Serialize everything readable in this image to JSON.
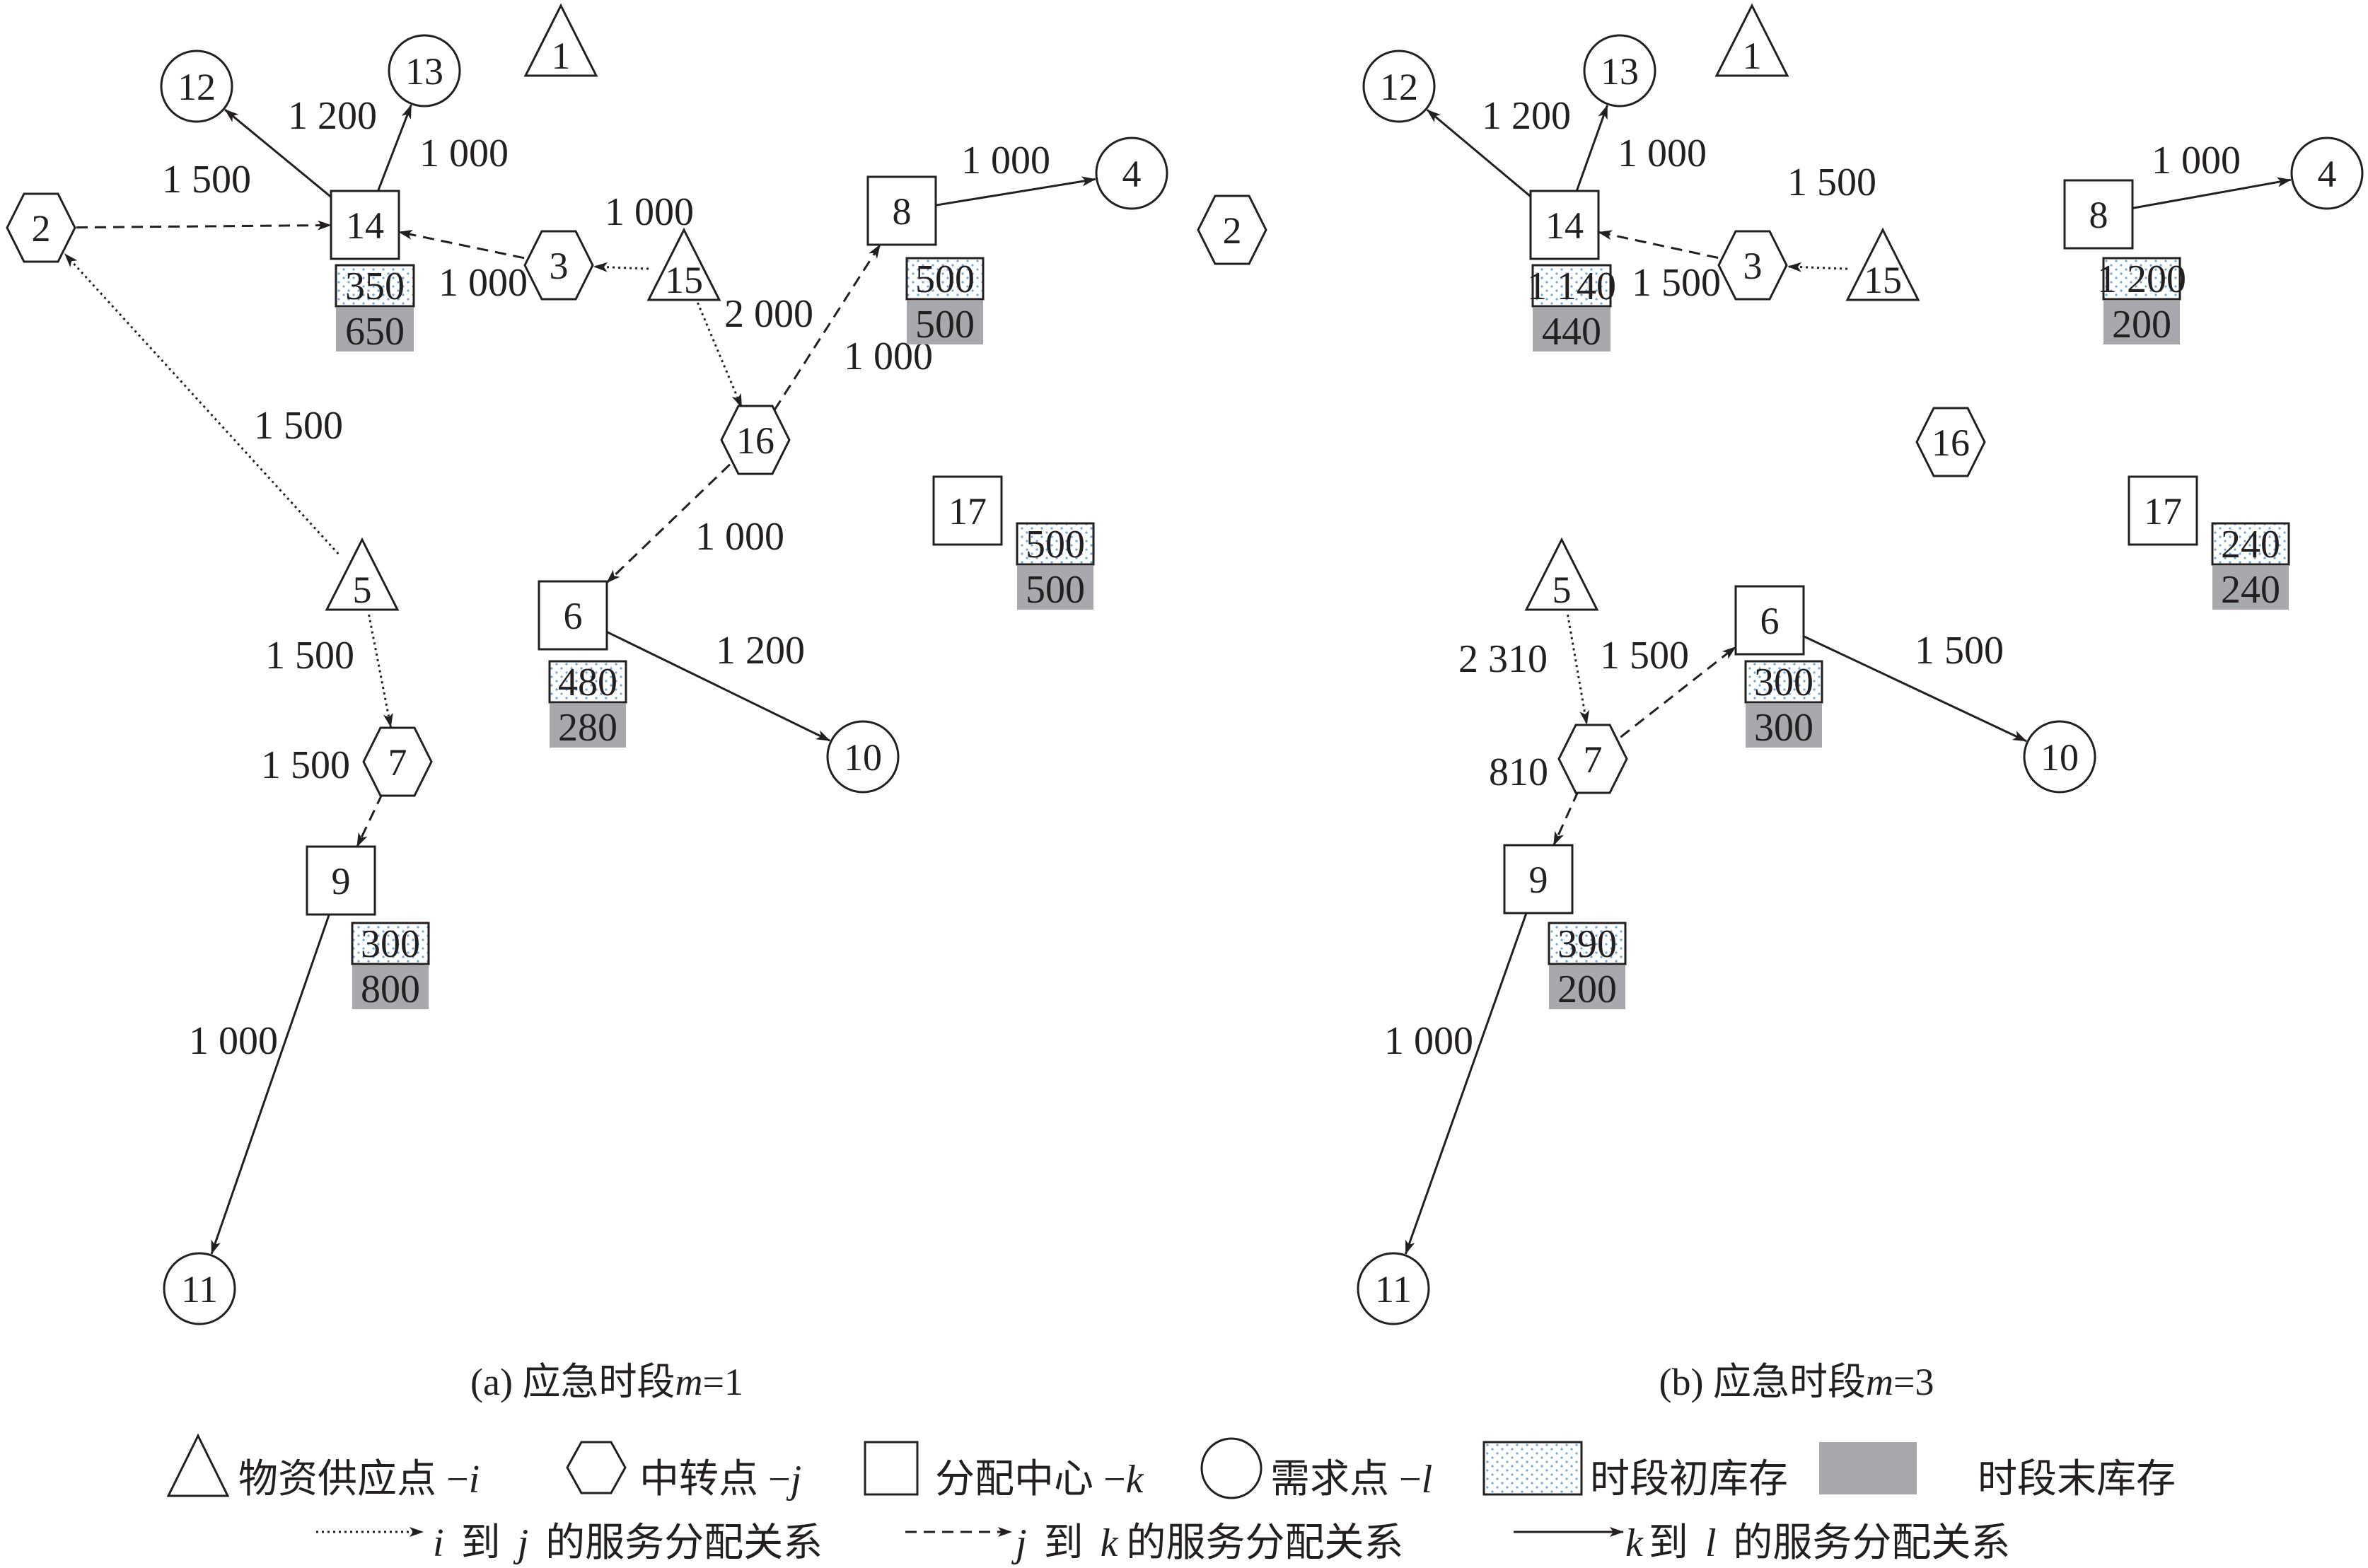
{
  "panels": [
    {
      "id": "a",
      "caption_prefix": "(a) 应急时段",
      "caption_var": "m",
      "caption_suffix": "=1",
      "nodes": [
        {
          "id": "1",
          "kind": "supply",
          "label": "1"
        },
        {
          "id": "2L",
          "kind": "transfer",
          "label": "2"
        },
        {
          "id": "2R",
          "kind": "transfer",
          "label": "2"
        },
        {
          "id": "3",
          "kind": "transfer",
          "label": "3"
        },
        {
          "id": "4",
          "kind": "demand",
          "label": "4"
        },
        {
          "id": "5",
          "kind": "supply",
          "label": "5"
        },
        {
          "id": "6",
          "kind": "center",
          "label": "6"
        },
        {
          "id": "7",
          "kind": "transfer",
          "label": "7"
        },
        {
          "id": "8",
          "kind": "center",
          "label": "8"
        },
        {
          "id": "9",
          "kind": "center",
          "label": "9"
        },
        {
          "id": "10",
          "kind": "demand",
          "label": "10"
        },
        {
          "id": "11",
          "kind": "demand",
          "label": "11"
        },
        {
          "id": "12",
          "kind": "demand",
          "label": "12"
        },
        {
          "id": "13",
          "kind": "demand",
          "label": "13"
        },
        {
          "id": "14",
          "kind": "center",
          "label": "14"
        },
        {
          "id": "15",
          "kind": "supply",
          "label": "15"
        },
        {
          "id": "16",
          "kind": "transfer",
          "label": "16"
        },
        {
          "id": "17",
          "kind": "center",
          "label": "17"
        }
      ],
      "edges": [
        {
          "from": "14",
          "to": "12",
          "style": "kl",
          "label": "1 200"
        },
        {
          "from": "14",
          "to": "13",
          "style": "kl",
          "label": "1 000"
        },
        {
          "from": "2L",
          "to": "14",
          "style": "jk",
          "label": "1 500"
        },
        {
          "from": "3",
          "to": "14",
          "style": "jk",
          "label": "1 000"
        },
        {
          "from": "15",
          "to": "3",
          "style": "ij",
          "label": "1 000"
        },
        {
          "from": "15",
          "to": "16",
          "style": "ij",
          "label": "2 000"
        },
        {
          "from": "16",
          "to": "8",
          "style": "jk",
          "label": "1 000"
        },
        {
          "from": "8",
          "to": "4",
          "style": "kl",
          "label": "1 000"
        },
        {
          "from": "5",
          "to": "2L",
          "style": "ij",
          "label": "1 500"
        },
        {
          "from": "16",
          "to": "6",
          "style": "jk",
          "label": "1 000"
        },
        {
          "from": "6",
          "to": "10",
          "style": "kl",
          "label": "1 200"
        },
        {
          "from": "5",
          "to": "7",
          "style": "ij",
          "label": "1 500"
        },
        {
          "from": "7",
          "to": "9",
          "style": "jk",
          "label": "1 500"
        },
        {
          "from": "9",
          "to": "11",
          "style": "kl",
          "label": "1 000"
        }
      ],
      "inventories": [
        {
          "node": "14",
          "initial": "350",
          "final": "650"
        },
        {
          "node": "8",
          "initial": "500",
          "final": "500"
        },
        {
          "node": "17",
          "initial": "500",
          "final": "500"
        },
        {
          "node": "6",
          "initial": "480",
          "final": "280"
        },
        {
          "node": "9",
          "initial": "300",
          "final": "800"
        }
      ]
    },
    {
      "id": "b",
      "caption_prefix": "(b) 应急时段",
      "caption_var": "m",
      "caption_suffix": "=3",
      "nodes": [
        {
          "id": "1",
          "kind": "supply",
          "label": "1"
        },
        {
          "id": "3",
          "kind": "transfer",
          "label": "3"
        },
        {
          "id": "4",
          "kind": "demand",
          "label": "4"
        },
        {
          "id": "5",
          "kind": "supply",
          "label": "5"
        },
        {
          "id": "6",
          "kind": "center",
          "label": "6"
        },
        {
          "id": "7",
          "kind": "transfer",
          "label": "7"
        },
        {
          "id": "8",
          "kind": "center",
          "label": "8"
        },
        {
          "id": "9",
          "kind": "center",
          "label": "9"
        },
        {
          "id": "10",
          "kind": "demand",
          "label": "10"
        },
        {
          "id": "11",
          "kind": "demand",
          "label": "11"
        },
        {
          "id": "12",
          "kind": "demand",
          "label": "12"
        },
        {
          "id": "13",
          "kind": "demand",
          "label": "13"
        },
        {
          "id": "14",
          "kind": "center",
          "label": "14"
        },
        {
          "id": "15",
          "kind": "supply",
          "label": "15"
        },
        {
          "id": "16",
          "kind": "transfer",
          "label": "16"
        },
        {
          "id": "17",
          "kind": "center",
          "label": "17"
        }
      ],
      "edges": [
        {
          "from": "14",
          "to": "12",
          "style": "kl",
          "label": "1 200"
        },
        {
          "from": "14",
          "to": "13",
          "style": "kl",
          "label": "1 000"
        },
        {
          "from": "3",
          "to": "14",
          "style": "jk",
          "label": "1 500"
        },
        {
          "from": "15",
          "to": "3",
          "style": "ij",
          "label": "1 500"
        },
        {
          "from": "8",
          "to": "4",
          "style": "kl",
          "label": "1 000"
        },
        {
          "from": "5",
          "to": "7",
          "style": "ij",
          "label": "2 310"
        },
        {
          "from": "7",
          "to": "6",
          "style": "jk",
          "label": "1 500"
        },
        {
          "from": "6",
          "to": "10",
          "style": "kl",
          "label": "1 500"
        },
        {
          "from": "7",
          "to": "9",
          "style": "jk",
          "label": "810"
        },
        {
          "from": "9",
          "to": "11",
          "style": "kl",
          "label": "1 000"
        }
      ],
      "inventories": [
        {
          "node": "14",
          "initial": "1 140",
          "final": "440"
        },
        {
          "node": "8",
          "initial": "1 200",
          "final": "200"
        },
        {
          "node": "17",
          "initial": "240",
          "final": "240"
        },
        {
          "node": "6",
          "initial": "300",
          "final": "300"
        },
        {
          "node": "9",
          "initial": "390",
          "final": "200"
        }
      ]
    }
  ],
  "legend": {
    "supply_text": "物资供应点 −",
    "supply_var": "i",
    "transfer_text": "中转点 −",
    "transfer_var": "j",
    "center_text": "分配中心 −",
    "center_var": "k",
    "demand_text": "需求点 −",
    "demand_var": "l",
    "initial_text": "时段初库存",
    "final_text": "时段末库存",
    "ij_var1": "i",
    "ij_mid": "到",
    "ij_var2": "j",
    "ij_tail": "的服务分配关系",
    "jk_var1": "j",
    "jk_mid": "到",
    "jk_var2": "k",
    "jk_tail": "的服务分配关系",
    "kl_var1": "k",
    "kl_mid": "到",
    "kl_var2": "l",
    "kl_tail": "的服务分配关系"
  },
  "colors": {
    "ink": "#231f20",
    "final_fill": "#a7a9ac",
    "initial_dots": "#6fa8dc"
  }
}
